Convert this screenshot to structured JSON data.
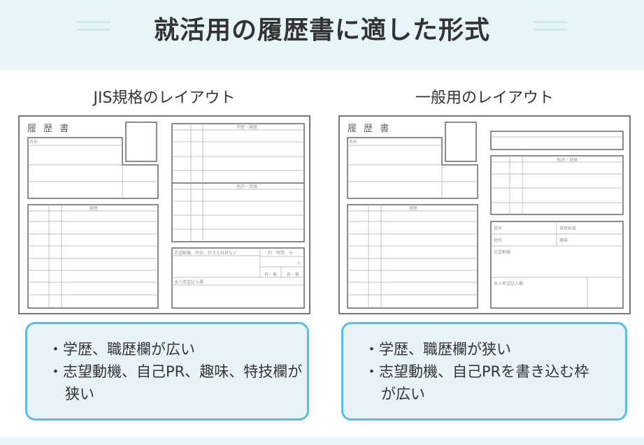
{
  "title": "就活用の履歴書に適した形式",
  "left": {
    "heading": "JIS規格のレイアウト",
    "form": {
      "title": "履 歴 書",
      "name": "名前",
      "career": "経歴",
      "education": "学歴・職歴",
      "license": "免許・資格",
      "motivation": "志望動機、特技、好きな科目など",
      "commute": "約　時間　分",
      "dependents": "人",
      "spouse1": "有・無",
      "spouse2": "有・無",
      "request": "本人希望記入欄"
    },
    "points": [
      "・学歴、職歴欄が広い",
      "・志望動機、自己PR、趣味、特技欄が狭い"
    ]
  },
  "right": {
    "heading": "一般用のレイアウト",
    "form": {
      "title": "履 歴 書",
      "name": "名前",
      "career": "経歴",
      "license": "免許・資格",
      "strength": "長所",
      "favorite": "得意科目",
      "weakness": "短所",
      "hobby": "趣味",
      "motivation": "志望動機",
      "request": "本人希望記入欄"
    },
    "points": [
      "・学歴、職歴欄が狭い",
      "・志望動機、自己PRを書き込む枠が広い"
    ]
  },
  "colors": {
    "accent": "#5cbde3",
    "header_bg": "#e7f4f8"
  }
}
